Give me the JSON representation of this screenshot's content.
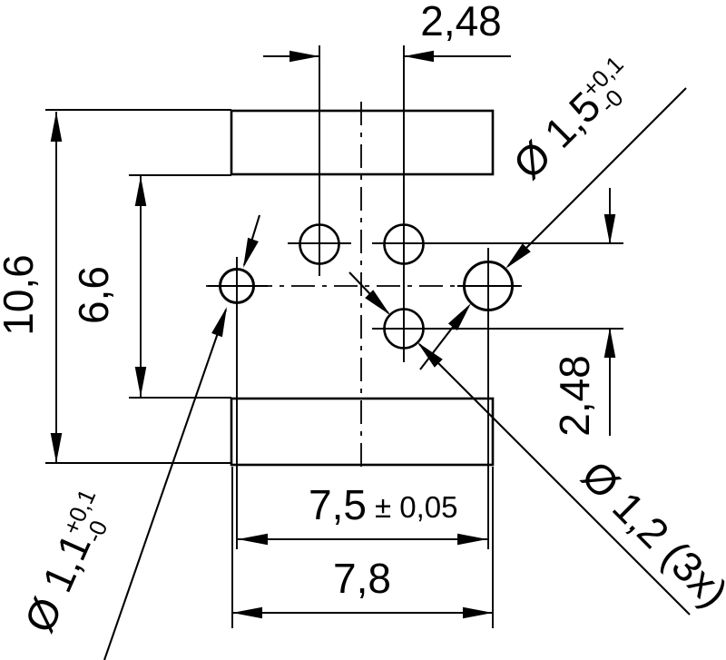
{
  "colors": {
    "ink": "#000000",
    "background": "#ffffff"
  },
  "labels": {
    "dim_pitch_top": "2,48",
    "dim_height_overall": "10,6",
    "dim_height_inner": "6,6",
    "dim_width_inner": "7,5",
    "dim_width_inner_tol": "± 0,05",
    "dim_width_overall": "7,8",
    "dim_pitch_right": "2,48",
    "hole_large": {
      "base": "Ø 1,5",
      "tol_plus": "+0,1",
      "tol_minus": "-0"
    },
    "hole_left": {
      "base": "Ø 1,1",
      "tol_plus": "+0,1",
      "tol_minus": "-0"
    },
    "hole_plated": "Ø 1,2 (3x)"
  }
}
